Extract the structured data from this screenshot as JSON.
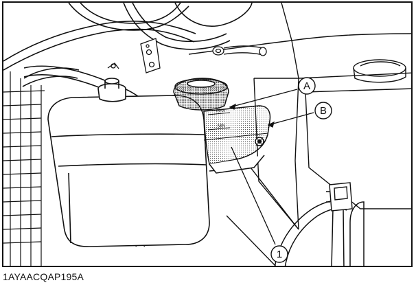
{
  "figure": {
    "code": "1AYAACQAP195A",
    "callouts": [
      {
        "id": "A",
        "label": "A"
      },
      {
        "id": "B",
        "label": "B"
      },
      {
        "id": "1",
        "label": "1"
      }
    ],
    "reservoir_marks": {
      "max": "MAX",
      "min": "MIN"
    }
  }
}
